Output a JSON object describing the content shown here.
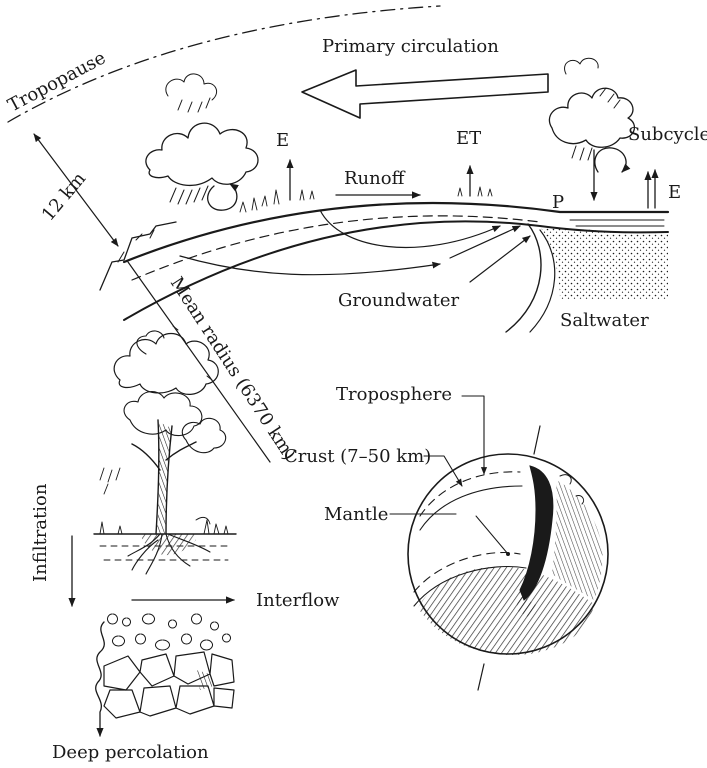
{
  "labels": {
    "tropopause": "Tropopause",
    "primary_circulation": "Primary circulation",
    "subcycle": "Subcycle",
    "e_left": "E",
    "et": "ET",
    "e_right": "E",
    "p": "P",
    "runoff": "Runoff",
    "twelve_km": "12 km",
    "groundwater": "Groundwater",
    "saltwater": "Saltwater",
    "mean_radius": "Mean radius (6370 km)",
    "troposphere": "Troposphere",
    "crust": "Crust (7–50 km)",
    "mantle": "Mantle",
    "infiltration": "Infiltration",
    "interflow": "Interflow",
    "deep_percolation": "Deep percolation"
  },
  "colors": {
    "ink": "#1a1a1a",
    "background": "#ffffff"
  }
}
